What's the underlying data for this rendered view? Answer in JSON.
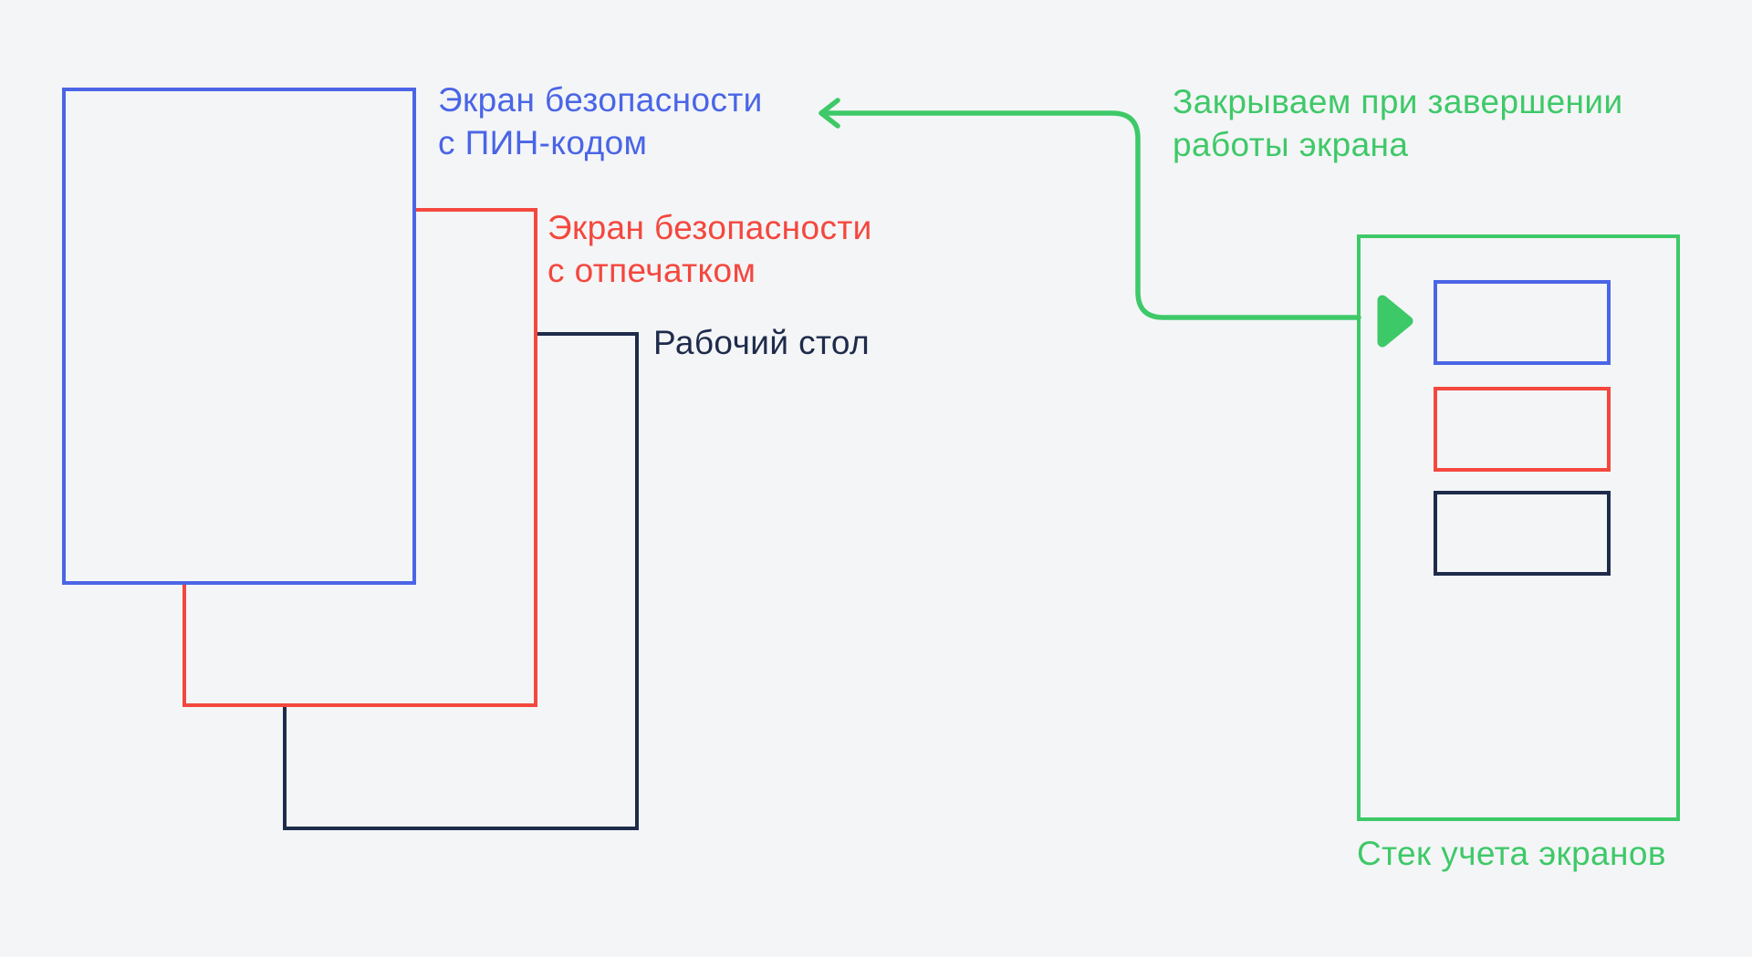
{
  "page": {
    "background": "#f4f5f7",
    "type": "screen-stack-diagram"
  },
  "colors": {
    "bg": "#f4f5f7",
    "blue": "#4a65e6",
    "red": "#f4473e",
    "navy": "#1e2b4b",
    "green": "#3ec968"
  },
  "labels": {
    "pin": {
      "line1": "Экран безопасности",
      "line2": "с ПИН-кодом"
    },
    "fingerprint": {
      "line1": "Экран безопасности",
      "line2": "с отпечатком"
    },
    "desktop": {
      "text": "Рабочий стол"
    },
    "close_note": {
      "line1": "Закрываем при завершении",
      "line2": "работы экрана"
    },
    "stack": {
      "text": "Стек учета экранов"
    }
  },
  "icons": {
    "arrow": "left-arrow",
    "play": "play-triangle"
  }
}
